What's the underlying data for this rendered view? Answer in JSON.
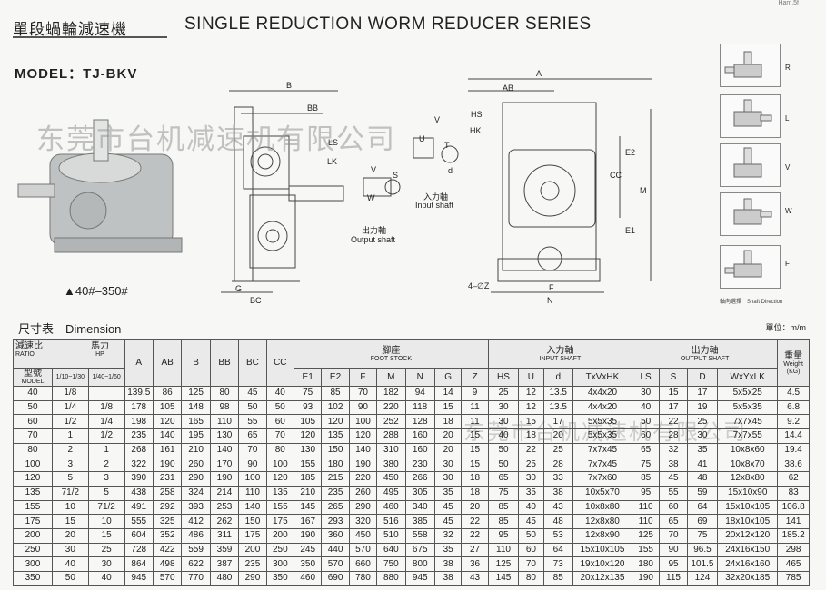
{
  "header": {
    "title_zh": "單段蝸輪減速機",
    "title_en": "SINGLE REDUCTION WORM REDUCER SERIES",
    "corner_text": "Ham.5f"
  },
  "model": {
    "label": "MODEL：TJ-BKV",
    "size_range": "▲40#–350#"
  },
  "watermark": "东莞市台机减速机有限公司",
  "drawing_labels": {
    "side": {
      "B": "B",
      "BB": "BB",
      "LS": "LS",
      "LK": "LK",
      "G": "G",
      "BC": "BC",
      "V": "V",
      "W": "W",
      "S": "S",
      "output_zh": "出力軸",
      "output_en": "Output shaft"
    },
    "input": {
      "HS": "HS",
      "HK": "HK",
      "V": "V",
      "U": "U",
      "T": "T",
      "d": "d",
      "input_zh": "入力軸",
      "input_en": "Input shaft"
    },
    "front": {
      "A": "A",
      "AB": "AB",
      "E2": "E2",
      "CC": "CC",
      "M": "M",
      "E1": "E1",
      "F": "F",
      "N": "N",
      "Z": "4–∅Z"
    }
  },
  "shaft_direction": {
    "labels": [
      "R",
      "L",
      "V",
      "W",
      "F"
    ],
    "caption": "軸向選擇　Shaft Direction"
  },
  "dimension": {
    "title": "尺寸表　Dimension",
    "unit": "單位：m/m",
    "headers": {
      "ratio_zh": "減速比",
      "ratio_en": "RATIO",
      "hp_zh": "馬力",
      "hp_en": "HP",
      "model_zh": "型號",
      "model_en": "MODEL",
      "r1": "1/10~1/30",
      "r2": "1/40~1/60",
      "A": "A",
      "AB": "AB",
      "B": "B",
      "BB": "BB",
      "BC": "BC",
      "CC": "CC",
      "foot_zh": "腳座",
      "foot_en": "FOOT STOCK",
      "input_zh": "入力軸",
      "input_en": "INPUT SHAFT",
      "output_zh": "出力軸",
      "output_en": "OUTPUT SHAFT",
      "weight_zh": "重量",
      "weight_en": "Weight",
      "weight_unit": "(KG)",
      "E1": "E1",
      "E2": "E2",
      "F": "F",
      "M": "M",
      "N": "N",
      "G": "G",
      "Z": "Z",
      "HS": "HS",
      "U": "U",
      "d": "d",
      "TxVxHK": "TxVxHK",
      "LS": "LS",
      "S": "S",
      "D": "D",
      "WxYxLK": "WxYxLK"
    },
    "rows": [
      [
        "40",
        "1/8",
        "",
        "139.5",
        "86",
        "125",
        "80",
        "45",
        "40",
        "75",
        "85",
        "70",
        "182",
        "94",
        "14",
        "9",
        "25",
        "12",
        "13.5",
        "4x4x20",
        "30",
        "15",
        "17",
        "5x5x25",
        "4.5"
      ],
      [
        "50",
        "1/4",
        "1/8",
        "178",
        "105",
        "148",
        "98",
        "50",
        "50",
        "93",
        "102",
        "90",
        "220",
        "118",
        "15",
        "11",
        "30",
        "12",
        "13.5",
        "4x4x20",
        "40",
        "17",
        "19",
        "5x5x35",
        "6.8"
      ],
      [
        "60",
        "1/2",
        "1/4",
        "198",
        "120",
        "165",
        "110",
        "55",
        "60",
        "105",
        "120",
        "100",
        "252",
        "128",
        "18",
        "11",
        "30",
        "15",
        "17",
        "5x5x35",
        "50",
        "22",
        "25",
        "7x7x45",
        "9.2"
      ],
      [
        "70",
        "1",
        "1/2",
        "235",
        "140",
        "195",
        "130",
        "65",
        "70",
        "120",
        "135",
        "120",
        "288",
        "160",
        "20",
        "15",
        "40",
        "18",
        "20",
        "5x5x35",
        "60",
        "28",
        "30",
        "7x7x55",
        "14.4"
      ],
      [
        "80",
        "2",
        "1",
        "268",
        "161",
        "210",
        "140",
        "70",
        "80",
        "130",
        "150",
        "140",
        "310",
        "160",
        "20",
        "15",
        "50",
        "22",
        "25",
        "7x7x45",
        "65",
        "32",
        "35",
        "10x8x60",
        "19.4"
      ],
      [
        "100",
        "3",
        "2",
        "322",
        "190",
        "260",
        "170",
        "90",
        "100",
        "155",
        "180",
        "190",
        "380",
        "230",
        "30",
        "15",
        "50",
        "25",
        "28",
        "7x7x45",
        "75",
        "38",
        "41",
        "10x8x70",
        "38.6"
      ],
      [
        "120",
        "5",
        "3",
        "390",
        "231",
        "290",
        "190",
        "100",
        "120",
        "185",
        "215",
        "220",
        "450",
        "266",
        "30",
        "18",
        "65",
        "30",
        "33",
        "7x7x60",
        "85",
        "45",
        "48",
        "12x8x80",
        "62"
      ],
      [
        "135",
        "71/2",
        "5",
        "438",
        "258",
        "324",
        "214",
        "110",
        "135",
        "210",
        "235",
        "260",
        "495",
        "305",
        "35",
        "18",
        "75",
        "35",
        "38",
        "10x5x70",
        "95",
        "55",
        "59",
        "15x10x90",
        "83"
      ],
      [
        "155",
        "10",
        "71/2",
        "491",
        "292",
        "393",
        "253",
        "140",
        "155",
        "145",
        "265",
        "290",
        "460",
        "340",
        "45",
        "20",
        "85",
        "40",
        "43",
        "10x8x80",
        "110",
        "60",
        "64",
        "15x10x105",
        "106.8"
      ],
      [
        "175",
        "15",
        "10",
        "555",
        "325",
        "412",
        "262",
        "150",
        "175",
        "167",
        "293",
        "320",
        "516",
        "385",
        "45",
        "22",
        "85",
        "45",
        "48",
        "12x8x80",
        "110",
        "65",
        "69",
        "18x10x105",
        "141"
      ],
      [
        "200",
        "20",
        "15",
        "604",
        "352",
        "486",
        "311",
        "175",
        "200",
        "190",
        "360",
        "450",
        "510",
        "558",
        "32",
        "22",
        "95",
        "50",
        "53",
        "12x8x90",
        "125",
        "70",
        "75",
        "20x12x120",
        "185.2"
      ],
      [
        "250",
        "30",
        "25",
        "728",
        "422",
        "559",
        "359",
        "200",
        "250",
        "245",
        "440",
        "570",
        "640",
        "675",
        "35",
        "27",
        "110",
        "60",
        "64",
        "15x10x105",
        "155",
        "90",
        "96.5",
        "24x16x150",
        "298"
      ],
      [
        "300",
        "40",
        "30",
        "864",
        "498",
        "622",
        "387",
        "235",
        "300",
        "350",
        "570",
        "660",
        "750",
        "800",
        "38",
        "36",
        "125",
        "70",
        "73",
        "19x10x120",
        "180",
        "95",
        "101.5",
        "24x16x160",
        "465"
      ],
      [
        "350",
        "50",
        "40",
        "945",
        "570",
        "770",
        "480",
        "290",
        "350",
        "460",
        "690",
        "780",
        "880",
        "945",
        "38",
        "43",
        "145",
        "80",
        "85",
        "20x12x135",
        "190",
        "115",
        "124",
        "32x20x185",
        "785"
      ]
    ]
  }
}
